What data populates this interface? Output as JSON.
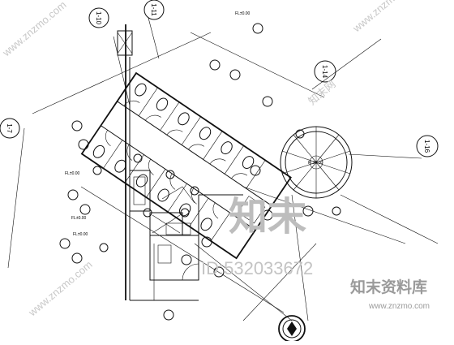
{
  "grid_axes": {
    "a": "1-10",
    "b": "1-11",
    "c": "1-14",
    "d": "1-16",
    "e": "1-7"
  },
  "watermark": {
    "brand_big": "知末",
    "id_text": "ID:532033672",
    "site_name": "知末资料库",
    "site_url": "www.znzmo.com",
    "diagonal_url": "www.znzmo.com",
    "small_brand": "知末网"
  },
  "level_mark": "FL±0.00",
  "colors": {
    "line": "#111111",
    "watermark": "#c8c8c8"
  }
}
